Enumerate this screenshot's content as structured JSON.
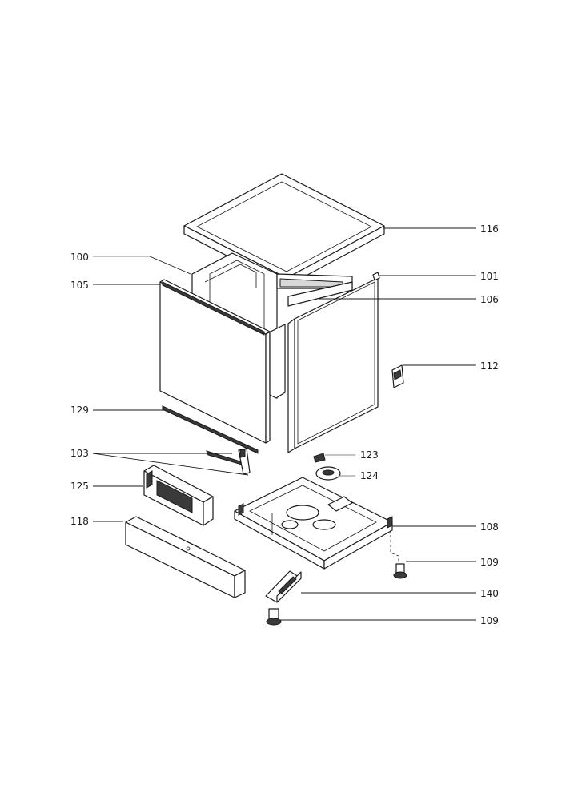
{
  "callouts": {
    "c116": "116",
    "c100": "100",
    "c105": "105",
    "c101": "101",
    "c106": "106",
    "c112": "112",
    "c129": "129",
    "c103": "103",
    "c123": "123",
    "c124": "124",
    "c125": "125",
    "c118": "118",
    "c108": "108",
    "c109a": "109",
    "c140": "140",
    "c109b": "109"
  }
}
